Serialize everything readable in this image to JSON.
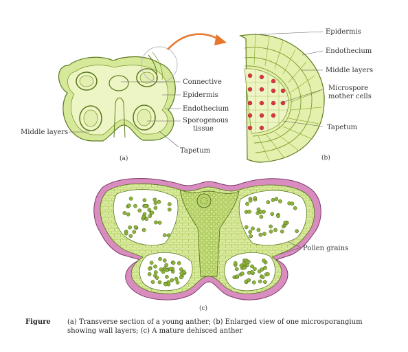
{
  "panel_a": {
    "labels": {
      "connective": "Connective",
      "epidermis": "Epidermis",
      "endothecium": "Endothecium",
      "sporogenous_1": "Sporogenous",
      "sporogenous_2": "tissue",
      "middle_layers": "Middle layers",
      "tapetum": "Tapetum"
    },
    "caption": "(a)"
  },
  "panel_b": {
    "labels": {
      "epidermis": "Epidermis",
      "endothecium": "Endothecium",
      "middle_layers": "Middle layers",
      "microspore_1": "Microspore",
      "microspore_2": "mother cells",
      "tapetum": "Tapetum"
    },
    "caption": "(b)"
  },
  "panel_c": {
    "labels": {
      "pollen_grains": "Pollen grains"
    },
    "caption": "(c)"
  },
  "figure": {
    "label": "Figure",
    "caption_line1": "(a) Transverse section of a young anther; (b) Enlarged view of one microsporangium",
    "caption_line2": "showing wall layers; (c) A mature dehisced anther"
  },
  "colors": {
    "tissue_light": "#eef5c4",
    "tissue_mid": "#d6e89a",
    "tissue_dark": "#8fb43a",
    "outline": "#5b7a1e",
    "pink": "#d98cc0",
    "red_nucleus": "#d9363e",
    "arrow": "#e8752a"
  }
}
